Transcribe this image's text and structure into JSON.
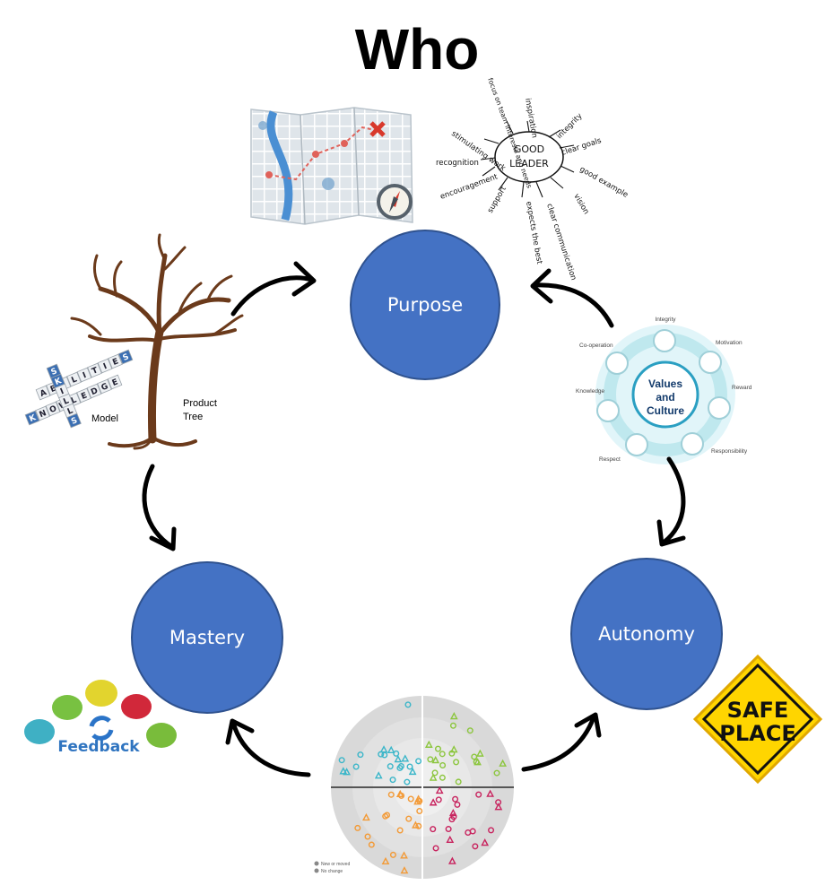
{
  "title": "Who",
  "nodes": {
    "purpose": "Purpose",
    "mastery": "Mastery",
    "autonomy": "Autonomy"
  },
  "leader": {
    "center": [
      "GOOD",
      "LEADER"
    ],
    "spokes": [
      "inspiration",
      "integrity",
      "clear goals",
      "good example",
      "vision",
      "clear communication",
      "expects the best",
      "support",
      "encouragement",
      "recognition",
      "stimulating work",
      "focus on team interests and needs"
    ]
  },
  "tree": {
    "product_tree": [
      "Product",
      "Tree"
    ],
    "model": "Model",
    "tiles_horizontal_1": "ABILITIES",
    "tiles_horizontal_2": "KNOWLEDGE",
    "tiles_vertical": "SKILLS"
  },
  "values": {
    "center": [
      "Values",
      "and",
      "Culture"
    ],
    "items": [
      "Integrity",
      "Motivation",
      "Reward",
      "Responsibility",
      "Respect",
      "Knowledge",
      "Co-operation"
    ]
  },
  "feedback_label": "Feedback",
  "safe_place": [
    "SAFE",
    "PLACE"
  ],
  "radar_legend": [
    "New or moved",
    "No change"
  ],
  "colors": {
    "node_fill": "#4472c4",
    "node_border": "#2f528f",
    "radar_teal": "#3bb6c9",
    "radar_green": "#8cc63e",
    "radar_orange": "#f39a36",
    "radar_magenta": "#c8235e",
    "safe_yellow": "#ffd500"
  }
}
